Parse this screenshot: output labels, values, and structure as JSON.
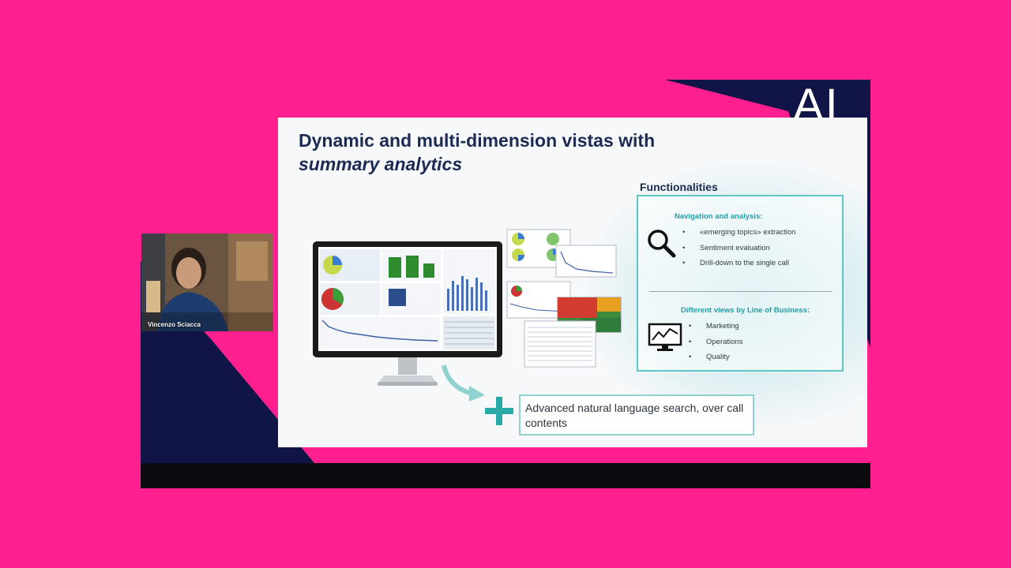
{
  "meeting": {
    "logo_text": "AI",
    "participant_name": "Vincenzo Sciacca"
  },
  "slide": {
    "title_line1": "Dynamic and multi-dimension vistas with",
    "title_line2": "summary analytics",
    "functionalities": {
      "label": "Functionalities",
      "navigation": {
        "heading": "Navigation and analysis:",
        "icon": "magnifier-icon",
        "items": [
          "«emerging topics» extraction",
          "Sentiment evaluation",
          "Drill-down to the single call"
        ]
      },
      "views": {
        "heading": "Different views by Line of Business:",
        "icon": "chart-monitor-icon",
        "items": [
          "Marketing",
          "Operations",
          "Quality"
        ]
      }
    },
    "search_feature": "Advanced natural language search, over call contents"
  },
  "colors": {
    "background_pink": "#ff1f8e",
    "navy": "#1c2b52",
    "teal": "#1f9fa8",
    "teal_border": "#5fc6c6"
  }
}
